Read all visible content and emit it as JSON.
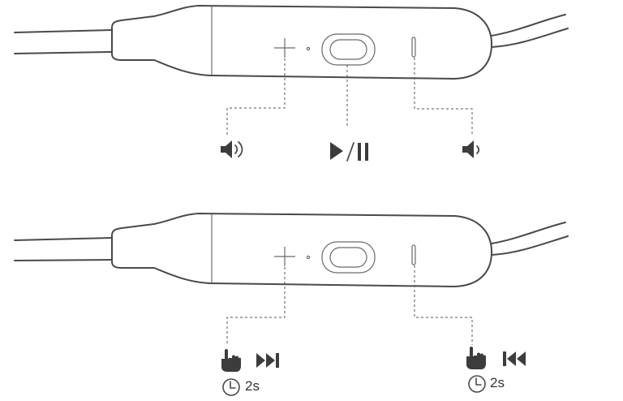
{
  "panels": [
    {
      "id": "press",
      "controls": [
        {
          "button": "plus",
          "function": "volume-up-icon"
        },
        {
          "button": "center",
          "function": "play-pause-icon"
        },
        {
          "button": "minus",
          "function": "volume-down-icon"
        }
      ]
    },
    {
      "id": "long-press",
      "controls": [
        {
          "button": "plus",
          "function": "next-track-icon",
          "hold": "2s"
        },
        {
          "button": "minus",
          "function": "previous-track-icon",
          "hold": "2s"
        }
      ]
    }
  ],
  "hold_duration_left": "2s",
  "hold_duration_right": "2s",
  "colors": {
    "stroke": "#4a4a4a",
    "icon": "#3c3c3c",
    "leader": "#555555"
  }
}
